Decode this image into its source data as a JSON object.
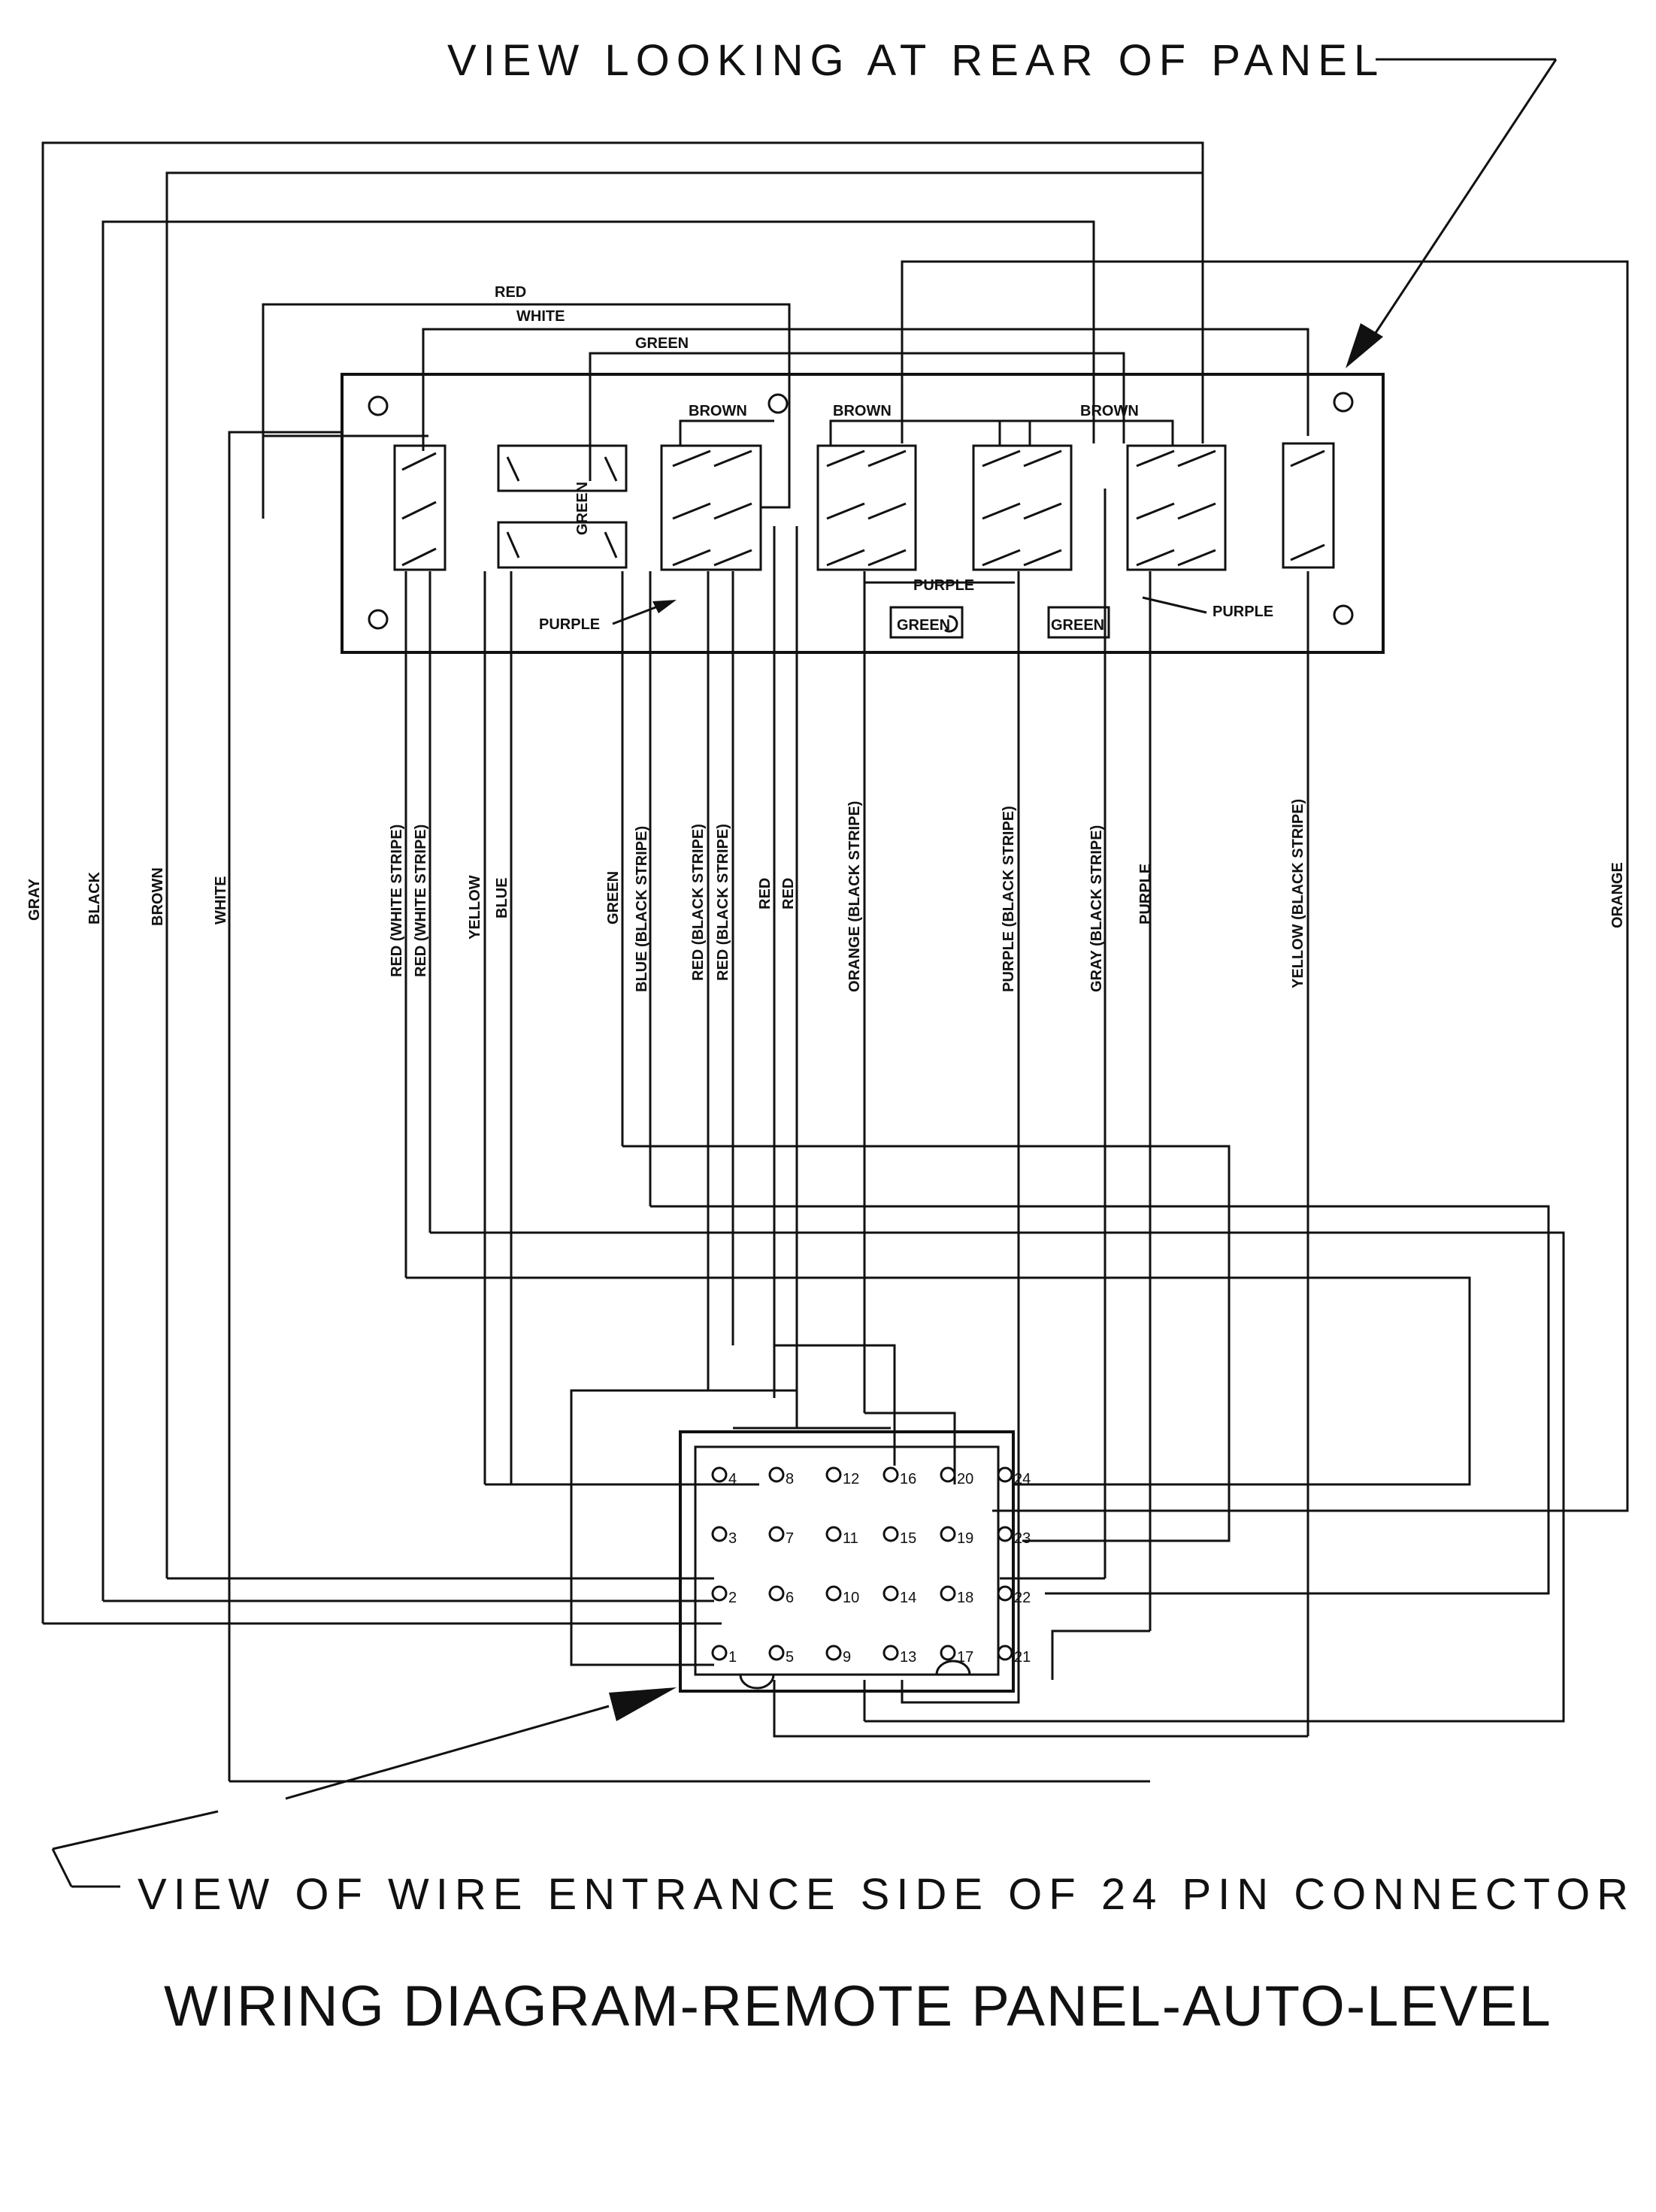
{
  "header": {
    "rear_panel_caption": "VIEW LOOKING AT REAR OF PANEL"
  },
  "footer": {
    "connector_caption": "VIEW OF WIRE ENTRANCE SIDE OF 24 PIN CONNECTOR",
    "title": "WIRING DIAGRAM-REMOTE PANEL-AUTO-LEVEL"
  },
  "panel_labels": {
    "red": "RED",
    "white": "WHITE",
    "green_top": "GREEN",
    "green_vertical": "GREEN",
    "brown_1": "BROWN",
    "brown_2": "BROWN",
    "brown_3": "BROWN",
    "purple_left": "PURPLE",
    "purple_mid": "PURPLE",
    "purple_right": "PURPLE",
    "green_loop_1": "GREEN",
    "green_loop_2": "GREEN"
  },
  "wire_labels": [
    "GRAY",
    "BLACK",
    "BROWN",
    "WHITE",
    "RED (WHITE STRIPE)",
    "RED (WHITE STRIPE)",
    "YELLOW",
    "BLUE",
    "GREEN",
    "BLUE (BLACK STRIPE)",
    "RED (BLACK STRIPE)",
    "RED (BLACK STRIPE)",
    "RED",
    "RED",
    "ORANGE (BLACK STRIPE)",
    "PURPLE (BLACK STRIPE)",
    "GRAY (BLACK STRIPE)",
    "PURPLE",
    "YELLOW (BLACK STRIPE)",
    "ORANGE"
  ],
  "connector_pins": [
    [
      "4",
      "8",
      "12",
      "16",
      "20",
      "24"
    ],
    [
      "3",
      "7",
      "11",
      "15",
      "19",
      "23"
    ],
    [
      "2",
      "6",
      "10",
      "14",
      "18",
      "22"
    ],
    [
      "1",
      "5",
      "9",
      "13",
      "17",
      "21"
    ]
  ]
}
